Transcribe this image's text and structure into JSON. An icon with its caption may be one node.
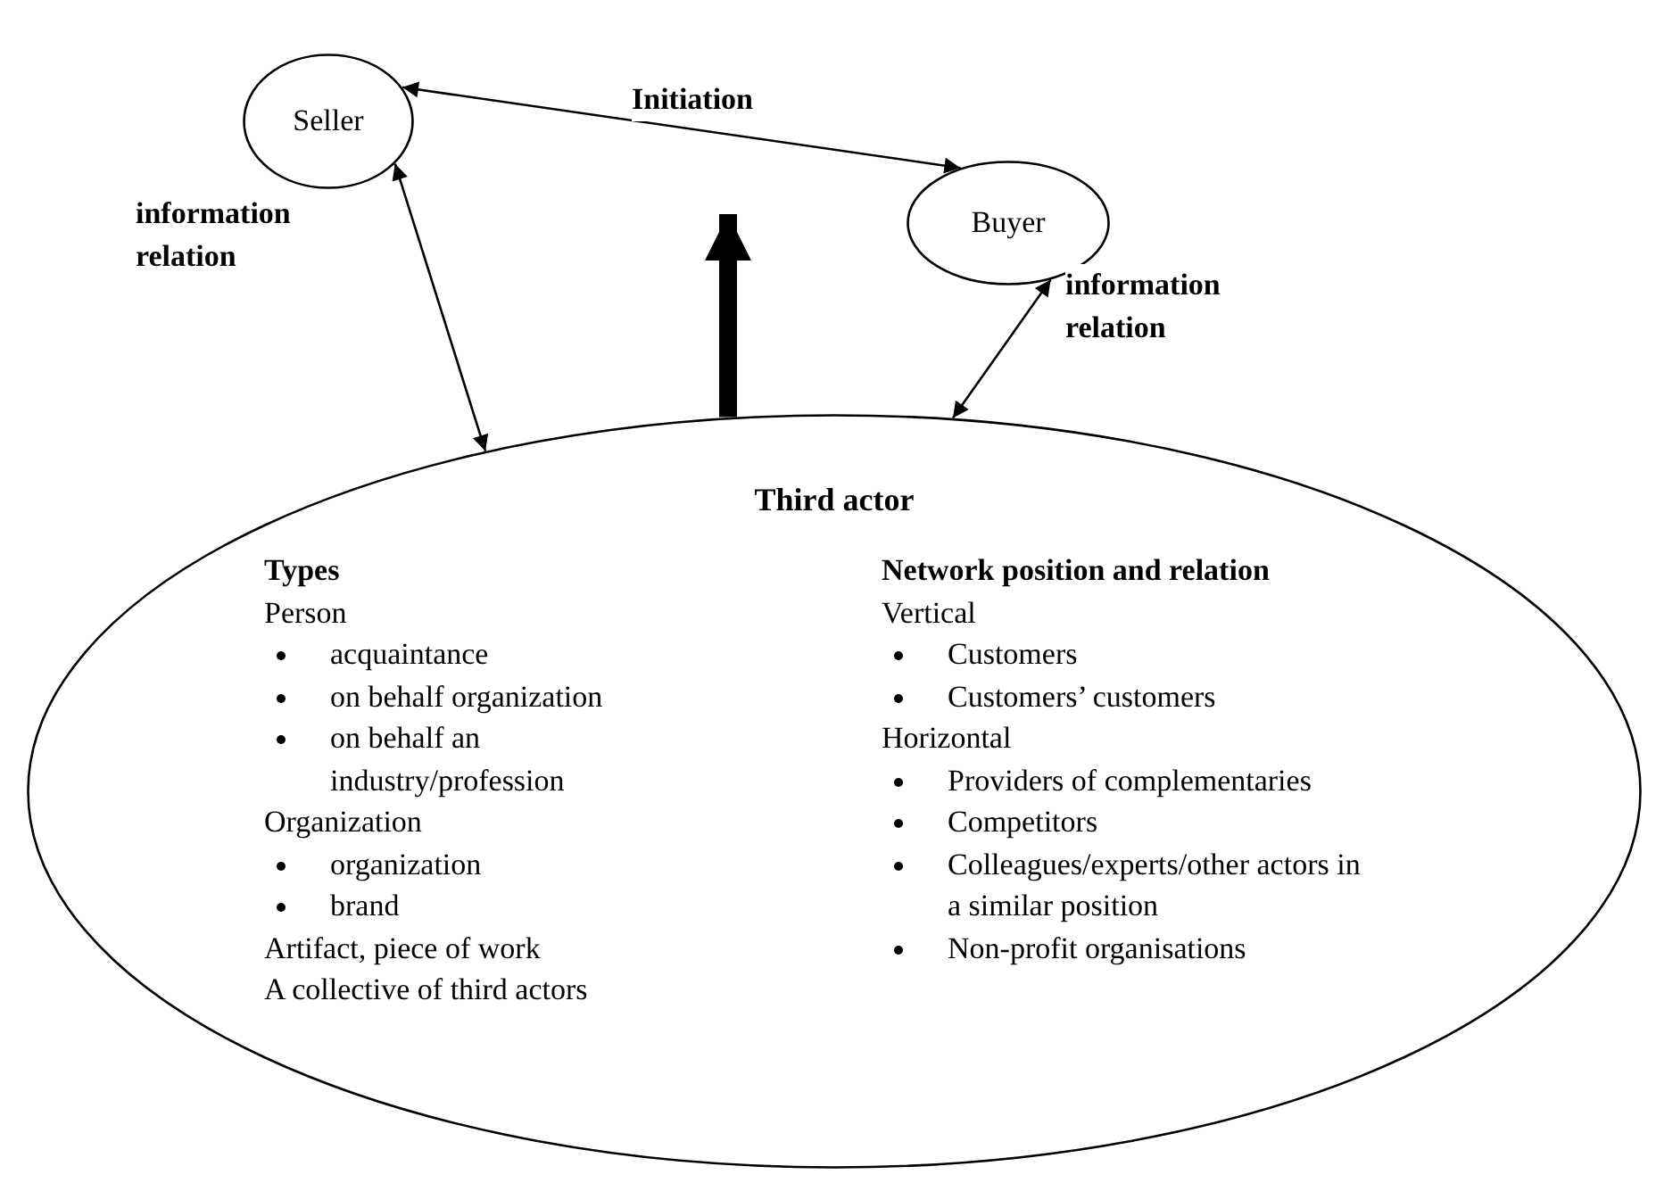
{
  "diagram": {
    "nodes": [
      {
        "text": [
          "Seller"
        ]
      },
      {
        "text": [
          "Buyer"
        ]
      },
      {
        "text": [
          "Third actor",
          "Types",
          "Person",
          "acquaintance",
          "on behalf organization",
          "on behalf an industry/profession",
          "Organization",
          "organization",
          "brand",
          "Artifact, piece of work",
          "A collective of third actors",
          "Network position and relation",
          "Vertical",
          "Customers",
          "Customers’ customers",
          "Horizontal",
          "Providers of complementaries",
          "Competitors",
          "Colleagues/experts/other actors in a similar position",
          "Non-profit organisations"
        ]
      }
    ],
    "edges": [
      {
        "from": 0,
        "to": 1,
        "arrow": "both",
        "label": "Initiation"
      },
      {
        "from": 0,
        "to": 2,
        "arrow": "both",
        "label": "information relation"
      },
      {
        "from": 1,
        "to": 2,
        "arrow": "both",
        "label": "information relation"
      },
      {
        "from": 2,
        "to": null,
        "arrow": "to",
        "style": "thick"
      }
    ]
  }
}
